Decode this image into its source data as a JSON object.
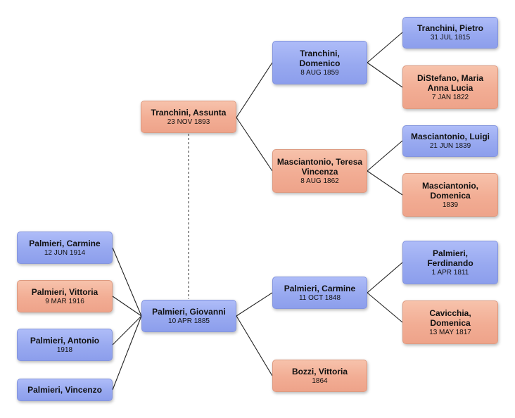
{
  "people": {
    "assunta": {
      "name": "Tranchini, Assunta",
      "date": "23 NOV 1893"
    },
    "domenico": {
      "name": "Tranchini, Domenico",
      "date": "8 AUG 1859"
    },
    "pietro": {
      "name": "Tranchini, Pietro",
      "date": "31 JUL 1815"
    },
    "maria": {
      "name": "DiStefano, Maria Anna Lucia",
      "date": "7 JAN 1822"
    },
    "teresa": {
      "name": "Masciantonio, Teresa Vincenza",
      "date": "8 AUG 1862"
    },
    "luigi": {
      "name": "Masciantonio, Luigi",
      "date": "21 JUN 1839"
    },
    "domenica_m": {
      "name": "Masciantonio, Domenica",
      "date": "1839"
    },
    "giovanni": {
      "name": "Palmieri, Giovanni",
      "date": "10 APR 1885"
    },
    "carmine_child": {
      "name": "Palmieri, Carmine",
      "date": "12 JUN 1914"
    },
    "vittoria_child": {
      "name": "Palmieri, Vittoria",
      "date": "9 MAR 1916"
    },
    "antonio": {
      "name": "Palmieri, Antonio",
      "date": "1918"
    },
    "vincenzo": {
      "name": "Palmieri, Vincenzo",
      "date": ""
    },
    "carmine_father": {
      "name": "Palmieri, Carmine",
      "date": "11 OCT 1848"
    },
    "ferdinando": {
      "name": "Palmieri, Ferdinando",
      "date": "1 APR 1811"
    },
    "domenica_c": {
      "name": "Cavicchia, Domenica",
      "date": "13 MAY 1817"
    },
    "bozzi": {
      "name": "Bozzi, Vittoria",
      "date": "1864"
    }
  },
  "colors": {
    "male": "#9aabf2",
    "female": "#f2ae95",
    "connector": "#222222",
    "spouse_connector": "#555555"
  }
}
